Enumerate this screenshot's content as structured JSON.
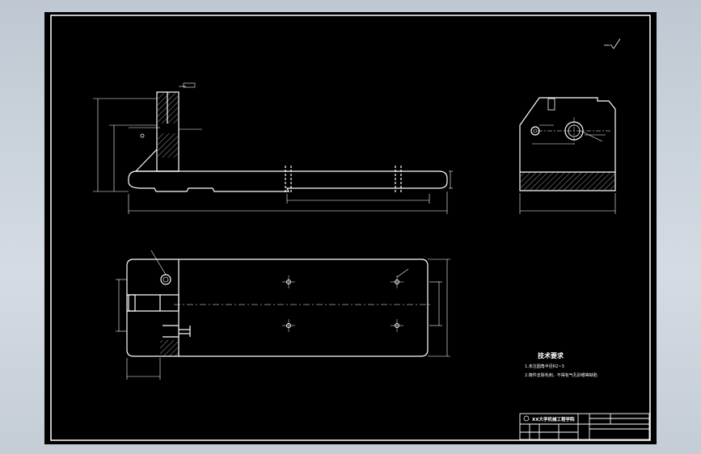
{
  "notes": {
    "heading": "技术要求",
    "items": [
      "1.未注圆角半径R2~3",
      "2.铸件去除毛刺，不得有气孔砂眼等缺陷"
    ]
  },
  "title_block": {
    "org": "XX大学机械工程学院"
  },
  "colors": {
    "background": "#000000",
    "lines": "#ffffff",
    "viewport": "#c8d0d8"
  }
}
